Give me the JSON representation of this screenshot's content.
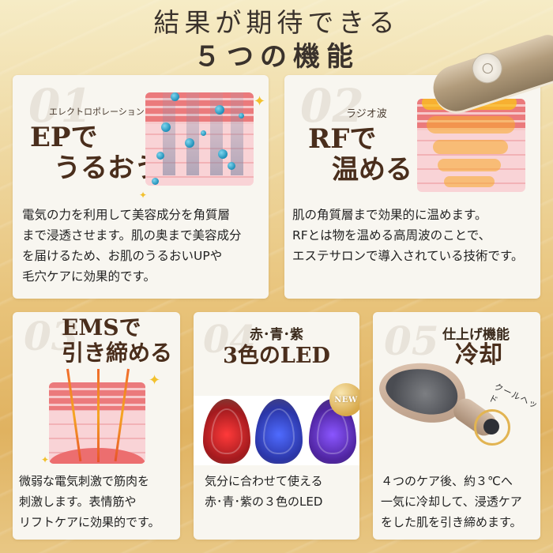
{
  "headline": {
    "line1": "結果が期待できる",
    "line2": "５つの機能"
  },
  "features": [
    {
      "number": "01",
      "kicker": "エレクトロポレーション",
      "title_line1": "EPで",
      "title_line2": "うるおう",
      "body": "電気の力を利用して美容成分を角質層\nまで浸透させます。肌の奥まで美容成分\nを届けるため、お肌のうるおいUPや\n毛穴ケアに効果的です。",
      "illustration": "skin-cross-section-with-blue-droplets-and-arrows"
    },
    {
      "number": "02",
      "kicker": "ラジオ波",
      "title_line1": "RFで",
      "title_line2": "温める",
      "body": "肌の角質層まで効果的に温めます。\nRFとは物を温める高周波のことで、\nエステサロンで導入されている技術です。",
      "illustration": "device-on-skin-with-heat-layers"
    },
    {
      "number": "03",
      "title_line1": "EMSで",
      "title_line2": "引き締める",
      "body": "微弱な電気刺激で筋肉を\n刺激します。表情筋や\nリフトケアに効果的です。",
      "illustration": "skin-with-electric-pulse-arrows"
    },
    {
      "number": "04",
      "kicker": "赤･青･紫",
      "title_line1": "3色のLED",
      "badge": "NEW",
      "body": "気分に合わせて使える\n赤･青･紫の３色のLED",
      "led_colors": [
        "#c8262a",
        "#2f3fb8",
        "#5a2aa8"
      ],
      "illustration": "three-led-device-heads"
    },
    {
      "number": "05",
      "kicker": "仕上げ機能",
      "title_line1": "冷却",
      "callout": "クールヘッド",
      "body": "４つのケア後、約３℃へ\n一気に冷却して、浸透ケア\nをした肌を引き締めます。",
      "illustration": "cool-head-device"
    }
  ],
  "colors": {
    "background_gold": "#e0b260",
    "card": "#f8f6f0",
    "title_brown": "#4a2e1c",
    "skin_red": "#eb7a7c",
    "skin_pink": "#f9d3d6",
    "droplet_blue": "#1f8fb8",
    "sparkle_gold": "#f2c12e"
  }
}
